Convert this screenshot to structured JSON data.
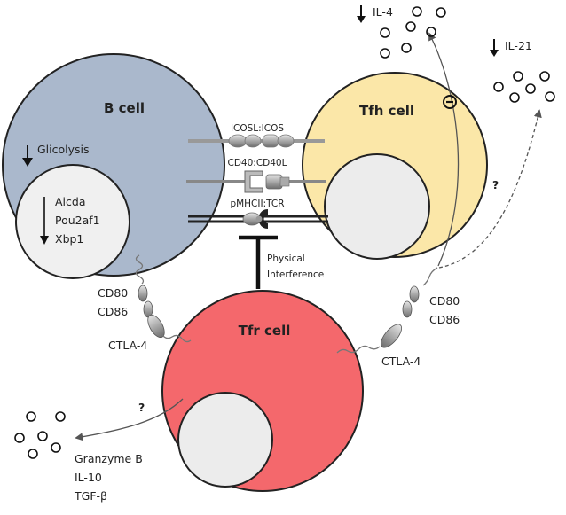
{
  "cells": {
    "b_cell": {
      "title": "B cell",
      "color": "#aab8cc",
      "nucleus_color": "#f0f0f0"
    },
    "tfh_cell": {
      "title": "Tfh cell",
      "color": "#fbe7a8"
    },
    "tfr_cell": {
      "title": "Tfr cell",
      "color": "#f4686c"
    }
  },
  "b_cell_labels": {
    "glycolysis": "Glicolysis",
    "genes": [
      "Aicda",
      "Pou2af1",
      "Xbp1"
    ]
  },
  "interactions": {
    "icosl_icos": "ICOSL:ICOS",
    "cd40_cd40l": "CD40:CD40L",
    "pmhcii_tcr": "pMHCII:TCR",
    "physical_interference": [
      "Physical",
      "Interference"
    ]
  },
  "cytokines": {
    "il4": "IL-4",
    "il21": "IL-21",
    "inhibit_symbol": "−",
    "tfh_question": "?",
    "tfr_question": "?",
    "tfr_secreted": [
      "Granzyme B",
      "IL-10",
      "TGF-β"
    ]
  },
  "receptors": {
    "left_cd": [
      "CD80",
      "CD86"
    ],
    "left_ctla4": "CTLA-4",
    "right_cd": [
      "CD80",
      "CD86"
    ],
    "right_ctla4": "CTLA-4"
  }
}
